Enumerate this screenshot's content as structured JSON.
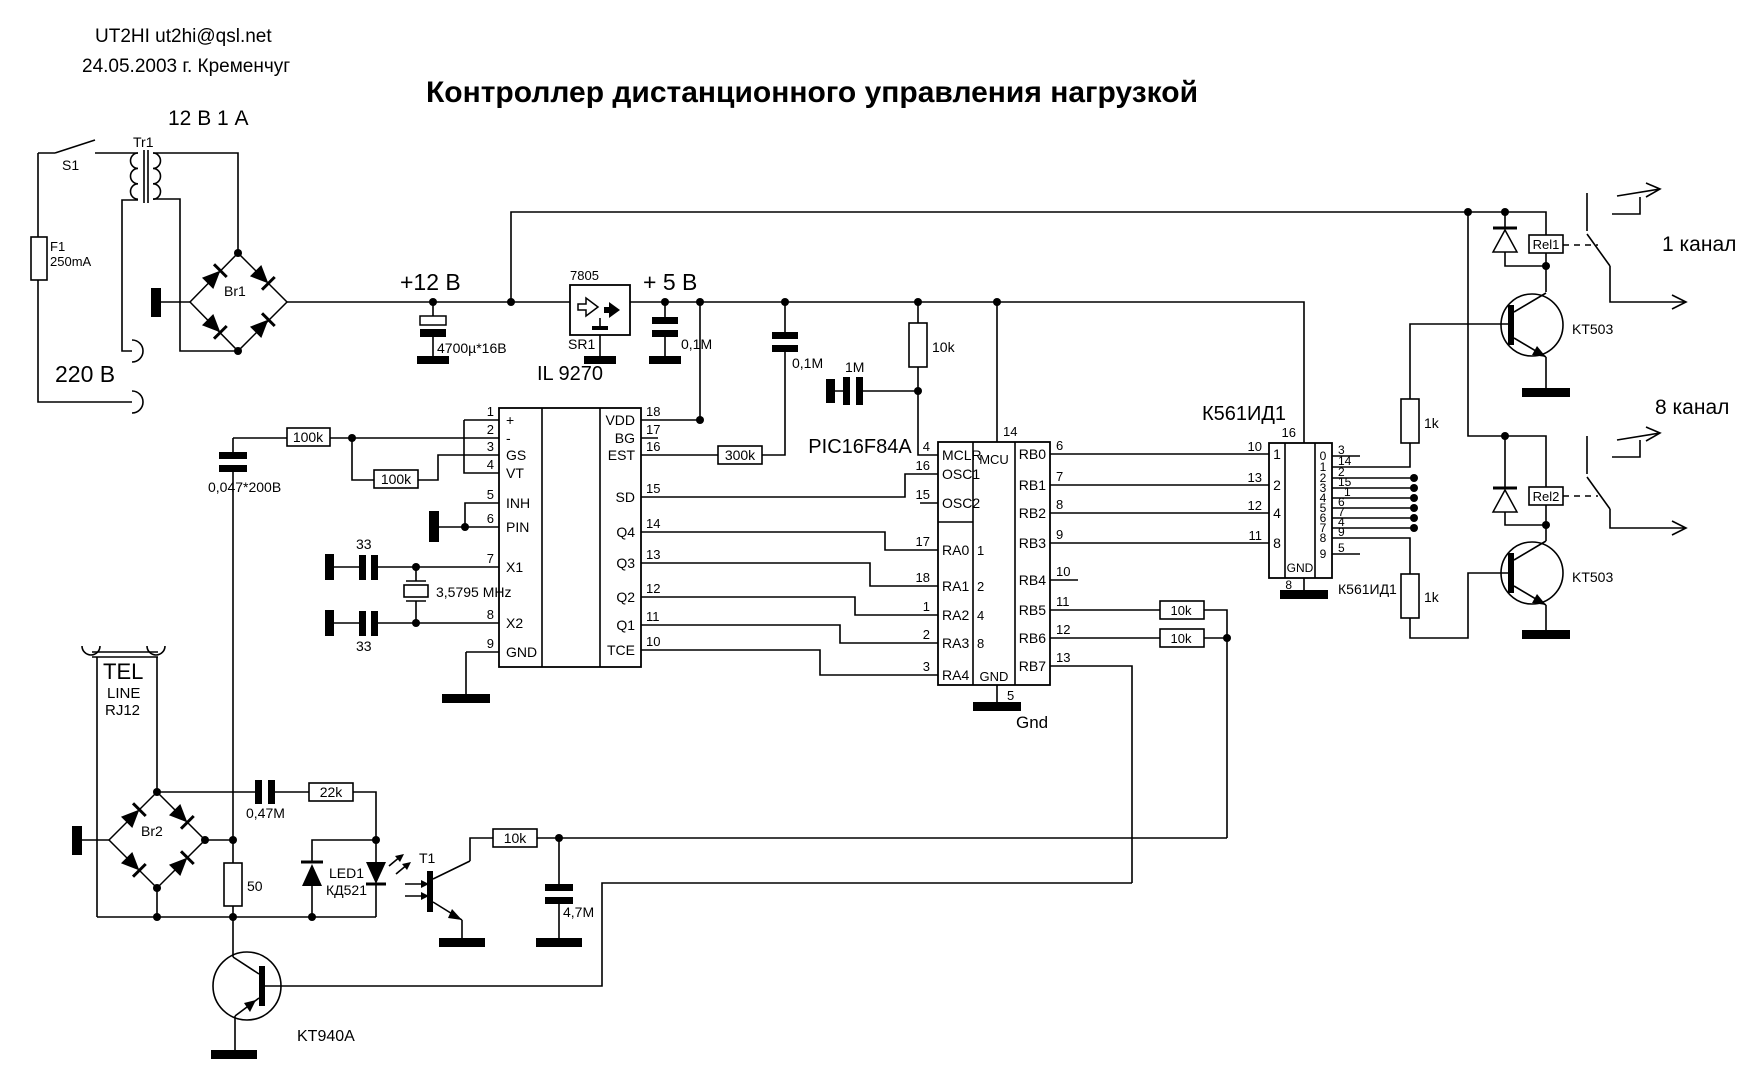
{
  "header": {
    "author": "UT2HI  ut2hi@qsl.net",
    "date_place": "24.05.2003 г. Кременчуг",
    "title": "Контроллер дистанционного управления нагрузкой"
  },
  "power": {
    "rating": "12 В  1 А",
    "transformer": "Tr1",
    "switch": "S1",
    "fuse": "F1",
    "fuse_value": "250mA",
    "mains": "220 В",
    "bridge": "Br1",
    "v12": "+12 В",
    "regulator": "7805",
    "regulator_ref": "SR1",
    "v5": "+ 5 В",
    "filter_cap": "4700µ*16В",
    "cap_5v_1": "0,1M",
    "cap_5v_2": "0,1M"
  },
  "decoder": {
    "title": "IL 9270",
    "crystal": "3,5795 MHz",
    "xcap1": "33",
    "xcap2": "33",
    "r_in1": "100k",
    "r_in2": "100k",
    "r_est": "300k",
    "cap_in": "0,047*200В",
    "left_pins": [
      {
        "num": "1",
        "label": "+"
      },
      {
        "num": "2",
        "label": "-"
      },
      {
        "num": "3",
        "label": "GS"
      },
      {
        "num": "4",
        "label": "VT"
      },
      {
        "num": "5",
        "label": "INH"
      },
      {
        "num": "6",
        "label": "PIN"
      },
      {
        "num": "7",
        "label": "X1"
      },
      {
        "num": "8",
        "label": "X2"
      },
      {
        "num": "9",
        "label": "GND"
      }
    ],
    "right_pins": [
      {
        "num": "18",
        "label": "VDD"
      },
      {
        "num": "17",
        "label": "BG"
      },
      {
        "num": "16",
        "label": "EST"
      },
      {
        "num": "15",
        "label": "SD"
      },
      {
        "num": "14",
        "label": "Q4"
      },
      {
        "num": "13",
        "label": "Q3"
      },
      {
        "num": "12",
        "label": "Q2"
      },
      {
        "num": "11",
        "label": "Q1"
      },
      {
        "num": "10",
        "label": "TCE"
      }
    ]
  },
  "mcu": {
    "title": "PIC16F84A",
    "core_label": "MCU",
    "gnd_label": "GND",
    "gnd_net": "Gnd",
    "top_pin": "14",
    "bottom_pin": "5",
    "r_mclr": "10k",
    "c_mclr": "1M",
    "r_rb5": "10k",
    "r_rb6": "10k",
    "weights": [
      "1",
      "2",
      "4",
      "8"
    ],
    "left_pins": [
      {
        "num": "4",
        "label": "MCLR"
      },
      {
        "num": "16",
        "label": "OSC1"
      },
      {
        "num": "15",
        "label": "OSC2"
      },
      {
        "num": "17",
        "label": "RA0"
      },
      {
        "num": "18",
        "label": "RA1"
      },
      {
        "num": "1",
        "label": "RA2"
      },
      {
        "num": "2",
        "label": "RA3"
      },
      {
        "num": "3",
        "label": "RA4"
      }
    ],
    "right_pins": [
      {
        "num": "6",
        "label": "RB0"
      },
      {
        "num": "7",
        "label": "RB1"
      },
      {
        "num": "8",
        "label": "RB2"
      },
      {
        "num": "9",
        "label": "RB3"
      },
      {
        "num": "10",
        "label": "RB4"
      },
      {
        "num": "11",
        "label": "RB5"
      },
      {
        "num": "12",
        "label": "RB6"
      },
      {
        "num": "13",
        "label": "RB7"
      }
    ]
  },
  "demux": {
    "title": "К561ИД1",
    "bottom_label": "К561ИД1",
    "top_pin": "16",
    "gnd_pin": "8",
    "gnd_label": "GND",
    "inputs": [
      {
        "num": "10",
        "label": "1"
      },
      {
        "num": "13",
        "label": "2"
      },
      {
        "num": "12",
        "label": "4"
      },
      {
        "num": "11",
        "label": "8"
      }
    ],
    "outputs": [
      {
        "out": "0",
        "pin": "3"
      },
      {
        "out": "1",
        "pin": "14"
      },
      {
        "out": "2",
        "pin": "2"
      },
      {
        "out": "3",
        "pin": "15"
      },
      {
        "out": "4",
        "pin": "1"
      },
      {
        "out": "5",
        "pin": "6"
      },
      {
        "out": "6",
        "pin": "7"
      },
      {
        "out": "7",
        "pin": "4"
      },
      {
        "out": "8",
        "pin": "9"
      },
      {
        "out": "9",
        "pin": "5"
      }
    ]
  },
  "channels": {
    "ch1": {
      "relay": "Rel1",
      "transistor": "KT503",
      "resistor": "1k",
      "label": "1 канал"
    },
    "ch8": {
      "relay": "Rel2",
      "transistor": "KT503",
      "resistor": "1k",
      "label": "8 канал"
    }
  },
  "tel": {
    "title": "TEL",
    "line": "LINE",
    "jack": "RJ12",
    "bridge": "Br2",
    "cap_in": "0,47M",
    "r_in": "22k",
    "r_load": "50",
    "led": "LED1",
    "diode": "КД521",
    "opto": "T1",
    "r_opto": "10k",
    "cap_filter": "4,7M",
    "transistor": "KT940A"
  }
}
